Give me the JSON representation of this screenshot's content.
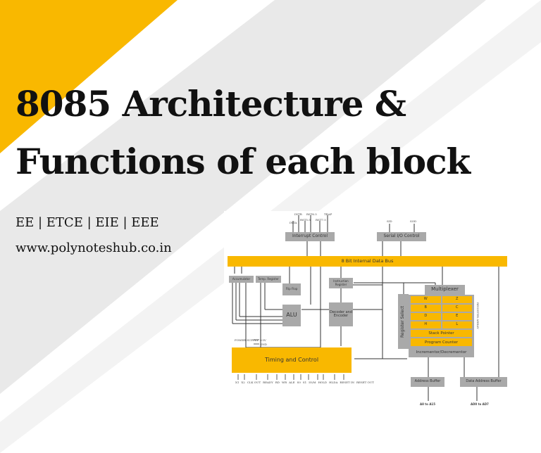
{
  "title_line1": "8085 Architecture &",
  "title_line2": "Functions of each block",
  "branches": "EE | ETCE | EIE | EEE",
  "website": "www.polynoteshub.co.in",
  "colors": {
    "accent": "#f9b800",
    "block": "#a9a9a9",
    "band": "#e9e9e9"
  },
  "diagram": {
    "interrupt_control": "Interrupt Control",
    "serial_io_control": "Serial I/O Control",
    "interrupt_pins_top": [
      "INTR",
      "RST6.5",
      "TRAP"
    ],
    "interrupt_pins_bottom": [
      "INTA",
      "RST5.5",
      "RST7.5"
    ],
    "serial_pins": [
      "SID",
      "SOD"
    ],
    "data_bus": "8 Bit Internal Data Bus",
    "accumulator": "Accumulator",
    "temp_register": "Temp. Register",
    "flip_flop": "Flip Flop",
    "alu": "ALU",
    "instruction_register": "Instruction Register",
    "decoder": "Decoder and Encoder",
    "multiplexer": "Multiplexer",
    "register_select": "Register Select",
    "register_array_label": "REGISTER ARRAY",
    "registers": [
      [
        "W",
        "Z"
      ],
      [
        "B",
        "C"
      ],
      [
        "D",
        "E"
      ],
      [
        "H",
        "L"
      ]
    ],
    "stack_pointer": "Stack Pointer",
    "program_counter": "Program Counter",
    "incrementor": "Incrementor/Decrementor",
    "power_supply": "POWER SUPPLY",
    "power_pins": [
      "+5V",
      "GND"
    ],
    "timing_control": "Timing and Control",
    "control_pins": [
      "X1",
      "X2",
      "CLK OUT",
      "READY",
      "RD",
      "WR",
      "ALE",
      "S0",
      "S1",
      "IO/M",
      "HOLD",
      "HLDA",
      "RESET IN",
      "RESET OUT"
    ],
    "address_buffer": "Address Buffer",
    "data_address_buffer": "Data Address Buffer",
    "address_out": "A8 to A15",
    "data_out": "AD0 to AD7"
  }
}
